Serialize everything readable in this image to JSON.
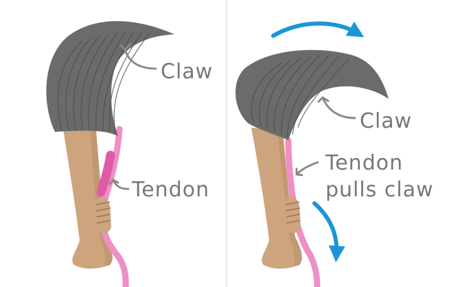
{
  "colors": {
    "claw": "#6b6b6b",
    "claw_line": "#4c4c4c",
    "bone": "#cda47e",
    "bone_shade": "#b58b66",
    "tendon": "#ee8fc5",
    "tendon_dark": "#e05aa8",
    "arrow": "#1a96d6",
    "label": "#777777",
    "pointer": "#888888",
    "divider": "#e6e6e6"
  },
  "left_panel": {
    "claw_label": "Claw",
    "tendon_label": "Tendon"
  },
  "right_panel": {
    "claw_label": "Claw",
    "tendon_label_line1": "Tendon",
    "tendon_label_line2": "pulls claw"
  },
  "icons": {
    "rotate_arrow": "curved-arrow-clockwise-icon",
    "down_arrow": "curved-arrow-down-icon"
  }
}
